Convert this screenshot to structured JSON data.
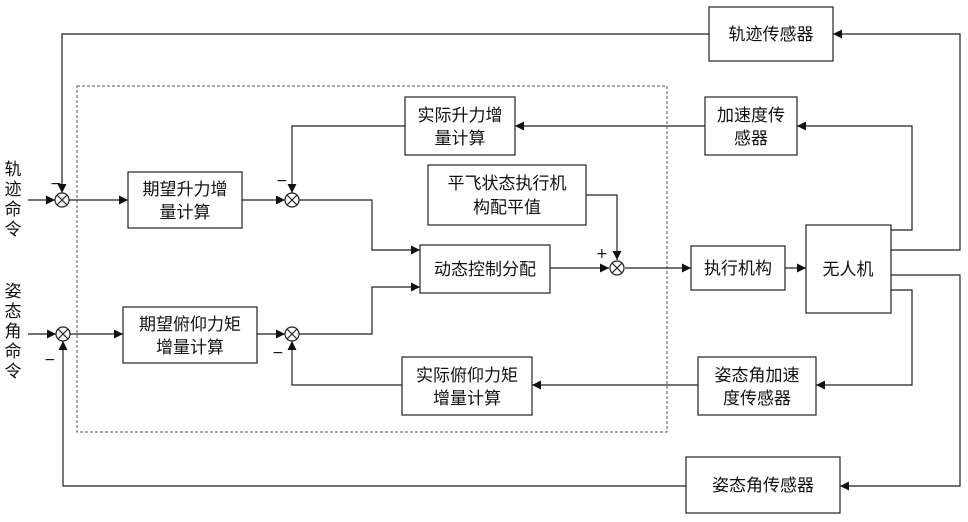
{
  "blocks": {
    "trajectory_sensor": "轨迹传感器",
    "accel_sensor": [
      "加速度传",
      "感器"
    ],
    "actual_lift": [
      "实际升力增",
      "量计算"
    ],
    "desired_lift": [
      "期望升力增",
      "量计算"
    ],
    "trim_values": [
      "平飞状态执行机",
      "构配平值"
    ],
    "dynamic_allocation": "动态控制分配",
    "actuator": "执行机构",
    "uav": "无人机",
    "desired_pitch": [
      "期望俯仰力矩",
      "增量计算"
    ],
    "actual_pitch": [
      "实际俯仰力矩",
      "增量计算"
    ],
    "attitude_accel_sensor": [
      "姿态角加速",
      "度传感器"
    ],
    "attitude_sensor": "姿态角传感器"
  },
  "inputs": {
    "trajectory_command": [
      "轨",
      "迹",
      "命",
      "令"
    ],
    "attitude_command": [
      "姿",
      "态",
      "角",
      "命",
      "令"
    ]
  },
  "signs": {
    "minus": "−",
    "plus": "+"
  }
}
